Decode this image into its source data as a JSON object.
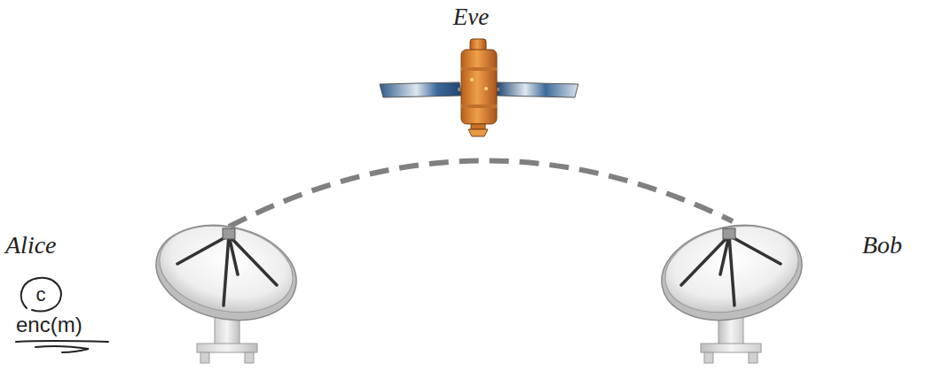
{
  "diagram": {
    "labels": [
      "Eve",
      "Alice",
      "c",
      "enc(m)",
      "Bob"
    ]
  }
}
